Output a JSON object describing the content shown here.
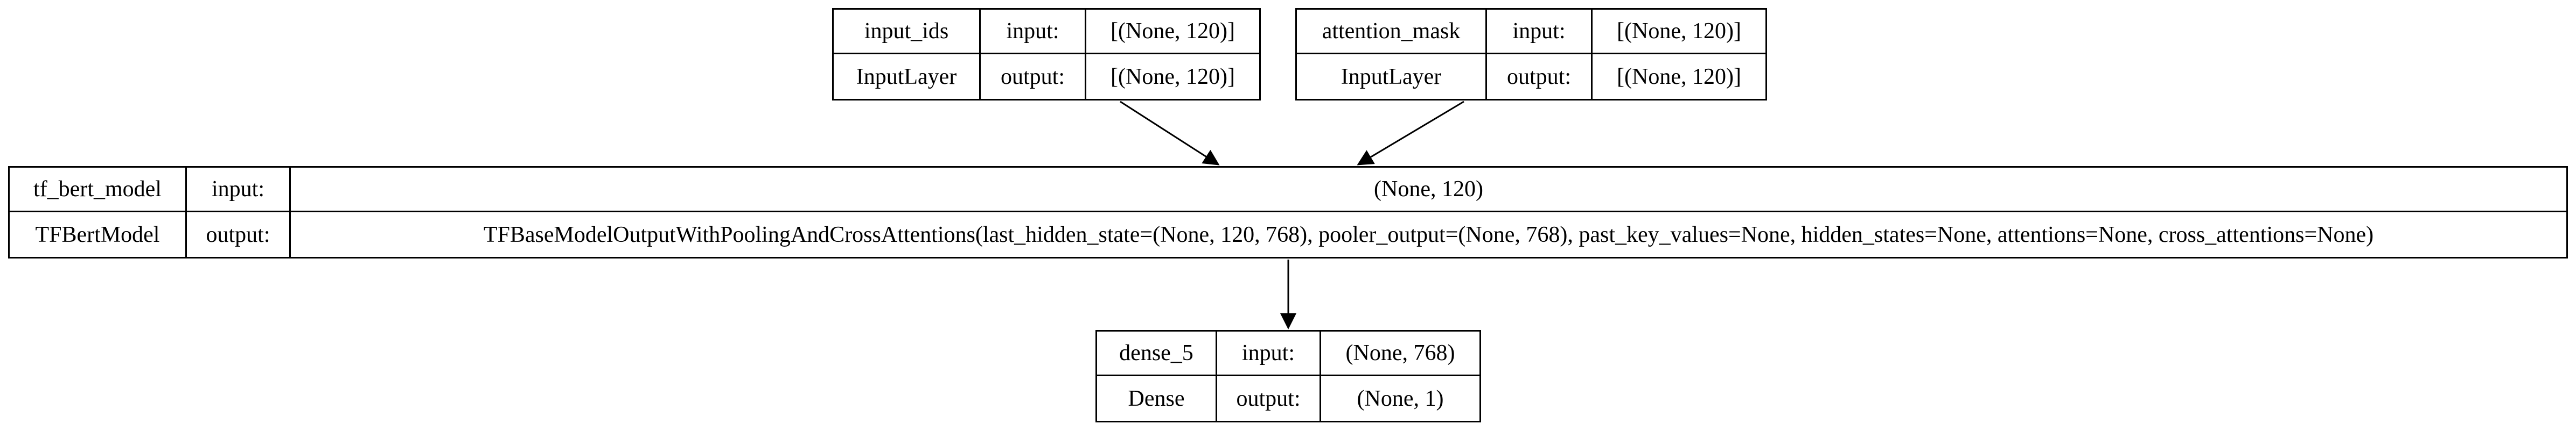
{
  "nodes": {
    "input_ids": {
      "name": "input_ids",
      "layer": "InputLayer",
      "input_label": "input:",
      "output_label": "output:",
      "input_shape": "[(None, 120)]",
      "output_shape": "[(None, 120)]"
    },
    "attention_mask": {
      "name": "attention_mask",
      "layer": "InputLayer",
      "input_label": "input:",
      "output_label": "output:",
      "input_shape": "[(None, 120)]",
      "output_shape": "[(None, 120)]"
    },
    "tf_bert_model": {
      "name": "tf_bert_model",
      "layer": "TFBertModel",
      "input_label": "input:",
      "output_label": "output:",
      "input_shape": "(None, 120)",
      "output_shape": "TFBaseModelOutputWithPoolingAndCrossAttentions(last_hidden_state=(None, 120, 768), pooler_output=(None, 768), past_key_values=None, hidden_states=None, attentions=None, cross_attentions=None)"
    },
    "dense_5": {
      "name": "dense_5",
      "layer": "Dense",
      "input_label": "input:",
      "output_label": "output:",
      "input_shape": "(None, 768)",
      "output_shape": "(None, 1)"
    }
  },
  "edges": [
    {
      "from": "input_ids",
      "to": "tf_bert_model"
    },
    {
      "from": "attention_mask",
      "to": "tf_bert_model"
    },
    {
      "from": "tf_bert_model",
      "to": "dense_5"
    }
  ]
}
